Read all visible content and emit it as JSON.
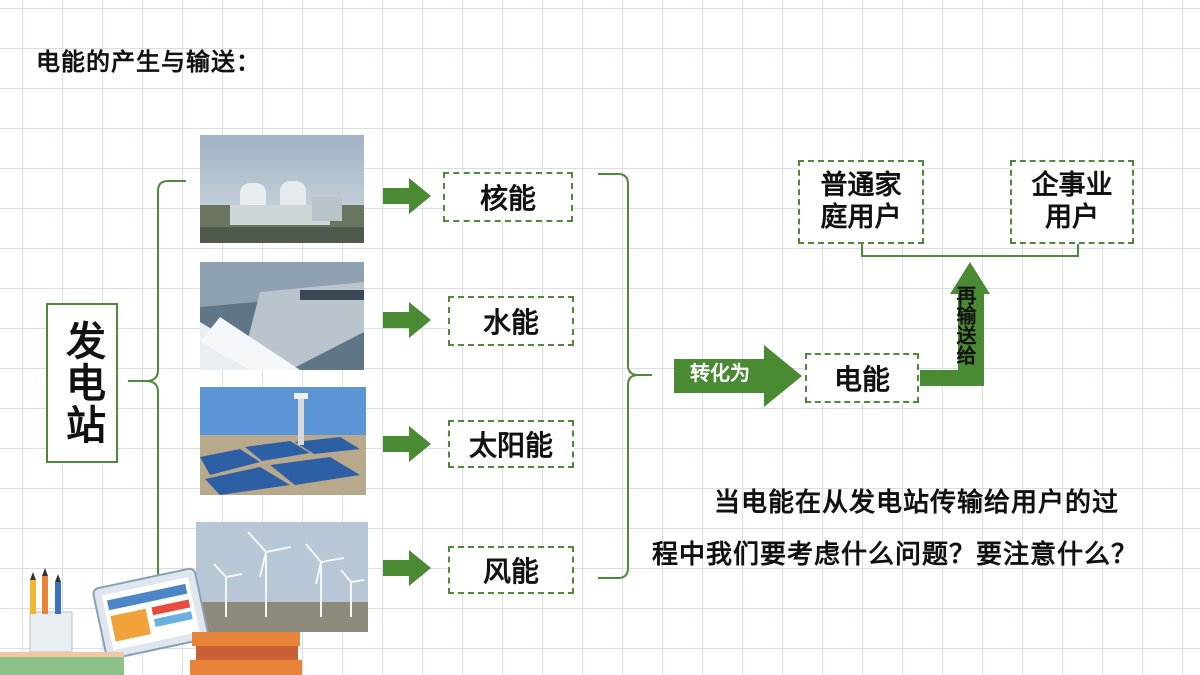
{
  "title": "电能的产生与输送：",
  "station": {
    "label": "发电站"
  },
  "sources": [
    {
      "label": "核能",
      "photo": "nuclear-plant-photo"
    },
    {
      "label": "水能",
      "photo": "hydro-dam-photo"
    },
    {
      "label": "太阳能",
      "photo": "solar-plant-photo"
    },
    {
      "label": "风能",
      "photo": "wind-farm-photo"
    }
  ],
  "convert_label": "转化为",
  "electricity": {
    "label": "电能"
  },
  "resend_label": "再输送给",
  "users": [
    {
      "label": "普通家庭用户"
    },
    {
      "label": "企事业用户"
    }
  ],
  "question": {
    "line1": "当电能在从发电站传输给用户的过",
    "line2": "程中我们要考虑什么问题？要注意什么？"
  },
  "colors": {
    "accent": "#4e8a3a",
    "arrow": "#4a8a33"
  }
}
